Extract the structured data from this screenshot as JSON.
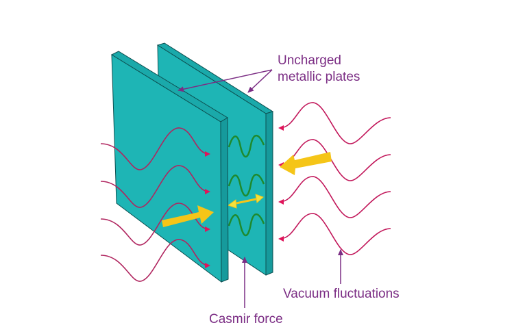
{
  "labels": {
    "plates_line1": "Uncharged",
    "plates_line2": "metallic plates",
    "vacuum": "Vacuum fluctuations",
    "casimir": "Casmir force"
  },
  "colors": {
    "plate": "#1eb5b5",
    "plate_side": "#169a9c",
    "wave": "#c2185b",
    "inner_wave": "#1e8a2e",
    "force_arrow": "#f5c518",
    "label": "#7b2d84"
  }
}
